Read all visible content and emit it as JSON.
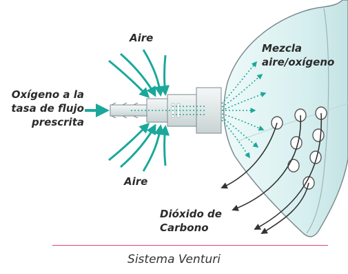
{
  "labels": {
    "air_top": "Aire",
    "air_bottom": "Aire",
    "oxygen_line1": "Oxígeno a la",
    "oxygen_line2": "tasa de flujo",
    "oxygen_line3": "prescrita",
    "mix_line1": "Mezcla",
    "mix_line2": "aire/oxígeno",
    "co2_line1": "Dióxido de",
    "co2_line2": "Carbono"
  },
  "caption": "Sistema Venturi",
  "colors": {
    "air_arrow": "#1aa89a",
    "mask_fill": "#d6efef",
    "mask_stroke": "#7a8a8e",
    "co2_arrow": "#333333",
    "divider": "#e0447a"
  }
}
